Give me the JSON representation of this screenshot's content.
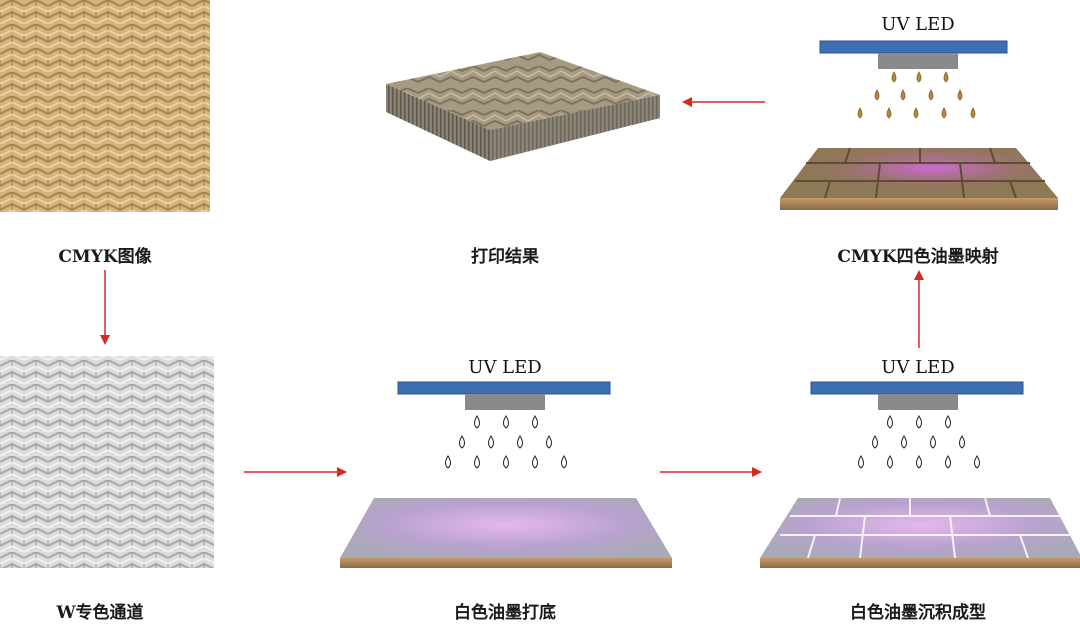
{
  "colors": {
    "arrow": "#d42a22",
    "uv_bar": "#3f6fb3",
    "uv_head": "#8a8a8a",
    "cmyk_ink": "#b8873f",
    "white_ink_outline": "#222222",
    "weave_tan": "#d7b684",
    "weave_gray": "#d9d9d9",
    "plate_purple": "#c7a8d6"
  },
  "captions": {
    "cmyk_image": "CMYK图像",
    "print_result": "打印结果",
    "cmyk_ink_mapping": "CMYK四色油墨映射",
    "w_spot_channel": "W专色通道",
    "white_ink_base": "白色油墨打底",
    "white_ink_deposition": "白色油墨沉积成型"
  },
  "uv_labels": {
    "top_right": "UV LED",
    "bottom_middle": "UV LED",
    "bottom_right": "UV LED"
  },
  "icons": {
    "arrow": "arrow-icon",
    "droplet": "droplet-icon",
    "uv_lamp": "uv-lamp-icon"
  }
}
